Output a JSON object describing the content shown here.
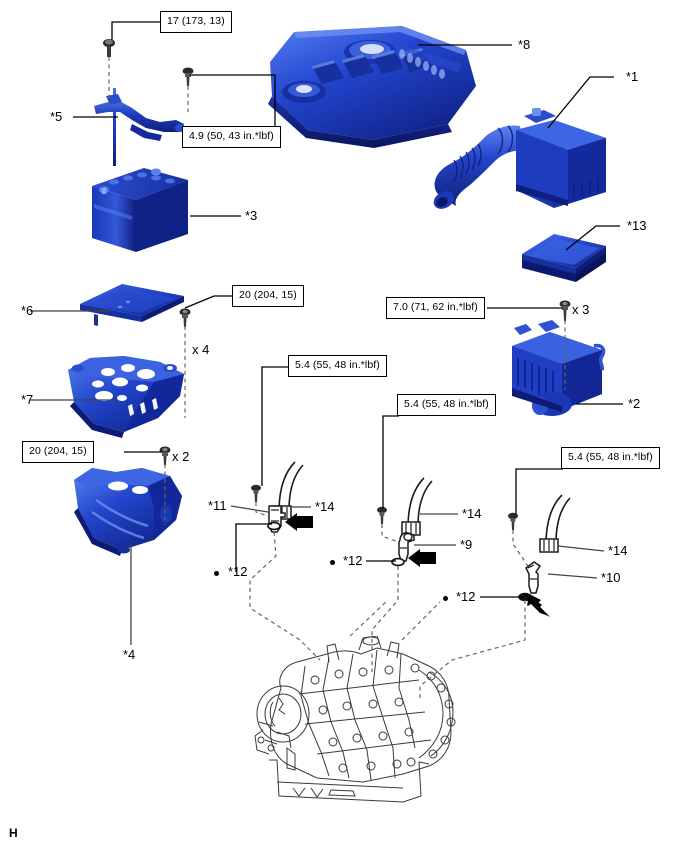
{
  "diagram": {
    "corner_mark": "H",
    "torque_boxes": [
      {
        "id": "t1",
        "text": "17 (173, 13)"
      },
      {
        "id": "t2",
        "text": "4.9 (50, 43 in.*lbf)"
      },
      {
        "id": "t3",
        "text": "20 (204, 15)"
      },
      {
        "id": "t4",
        "text": "20 (204, 15)"
      },
      {
        "id": "t5",
        "text": "7.0 (71, 62 in.*lbf)"
      },
      {
        "id": "t6",
        "text": "5.4 (55, 48 in.*lbf)"
      },
      {
        "id": "t7",
        "text": "5.4 (55, 48 in.*lbf)"
      },
      {
        "id": "t8",
        "text": "5.4 (55, 48 in.*lbf)"
      }
    ],
    "quantities": [
      {
        "id": "q1",
        "text": "x 4"
      },
      {
        "id": "q2",
        "text": "x 2"
      },
      {
        "id": "q3",
        "text": "x 3"
      }
    ],
    "part_refs": [
      {
        "id": "r1",
        "text": "*1"
      },
      {
        "id": "r2",
        "text": "*2"
      },
      {
        "id": "r3",
        "text": "*3"
      },
      {
        "id": "r4",
        "text": "*4"
      },
      {
        "id": "r5",
        "text": "*5"
      },
      {
        "id": "r6",
        "text": "*6"
      },
      {
        "id": "r7",
        "text": "*7"
      },
      {
        "id": "r8",
        "text": "*8"
      },
      {
        "id": "r9",
        "text": "*9"
      },
      {
        "id": "r10",
        "text": "*10"
      },
      {
        "id": "r11",
        "text": "*11"
      },
      {
        "id": "r12a",
        "text": "*12"
      },
      {
        "id": "r12b",
        "text": "*12"
      },
      {
        "id": "r12c",
        "text": "*12"
      },
      {
        "id": "r13",
        "text": "*13"
      },
      {
        "id": "r14a",
        "text": "*14"
      },
      {
        "id": "r14b",
        "text": "*14"
      },
      {
        "id": "r14c",
        "text": "*14"
      }
    ],
    "colors": {
      "part_blue": "#1a35b5",
      "part_blue_light": "#3a63dd",
      "part_blue_dark": "#0d1c72",
      "line": "#000000",
      "dashed_line": "#555555",
      "background": "#ffffff"
    }
  }
}
